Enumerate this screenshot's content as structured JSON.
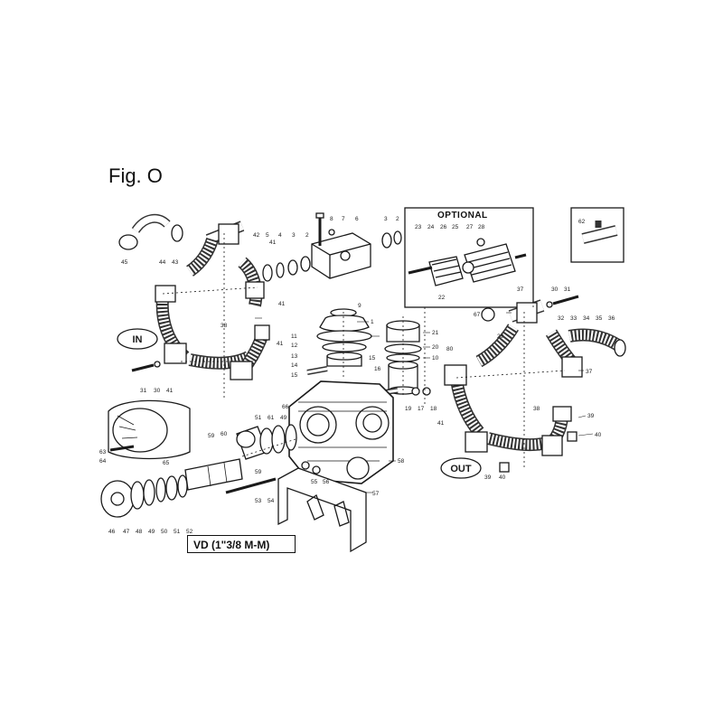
{
  "figure_title": "Fig. O",
  "optional_title": "OPTIONAL",
  "model_label": "VD (1\"3/8 M-M)",
  "in_label": "IN",
  "out_label": "OUT",
  "part_numbers": [
    "45",
    "44",
    "43",
    "42",
    "5",
    "4",
    "3",
    "2",
    "8",
    "7",
    "6",
    "3",
    "2",
    "23",
    "24",
    "26",
    "25",
    "27",
    "28",
    "22",
    "62",
    "41",
    "41",
    "38",
    "41",
    "31",
    "30",
    "41",
    "9",
    "1",
    "11",
    "12",
    "13",
    "14",
    "15",
    "15",
    "21",
    "20",
    "80",
    "10",
    "16",
    "19",
    "17",
    "18",
    "67",
    "37",
    "30",
    "31",
    "29",
    "32",
    "33",
    "34",
    "35",
    "36",
    "37",
    "41",
    "38",
    "39",
    "40",
    "39",
    "40",
    "63",
    "64",
    "65",
    "59",
    "60",
    "51",
    "61",
    "49",
    "66",
    "59",
    "58",
    "55",
    "56",
    "57",
    "53",
    "54",
    "46",
    "47",
    "48",
    "49",
    "50",
    "51",
    "52"
  ],
  "colors": {
    "ink": "#1a1a1a",
    "paper": "#ffffff",
    "shade": "#9a9a9a"
  }
}
